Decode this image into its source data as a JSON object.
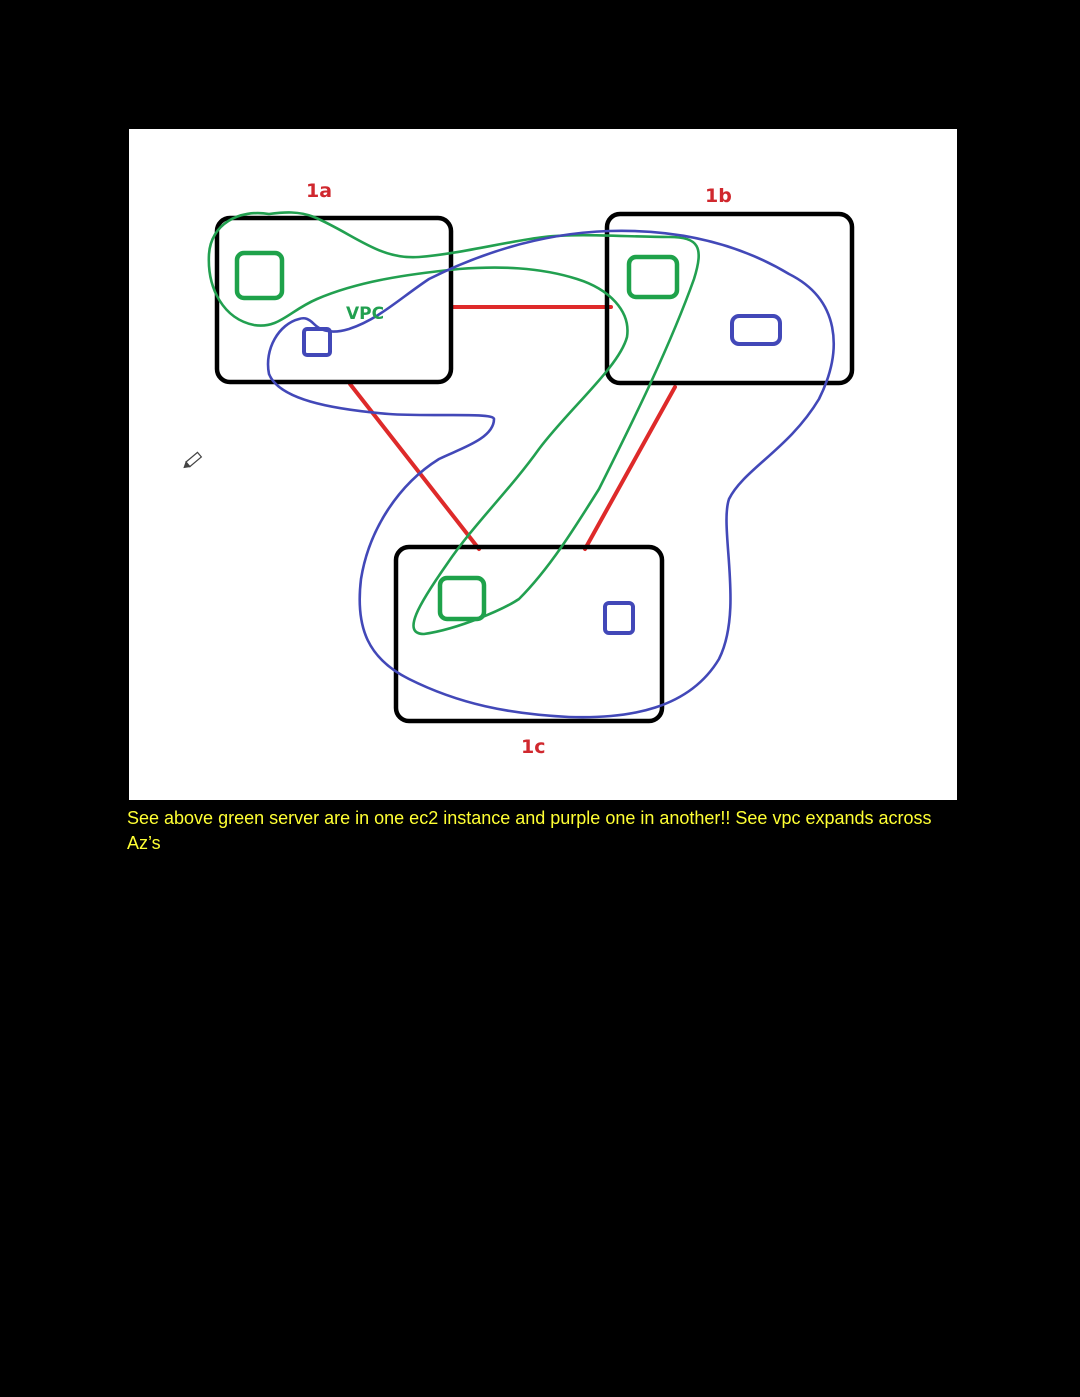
{
  "diagram": {
    "zones": [
      {
        "id": "1a",
        "label": "1a"
      },
      {
        "id": "1b",
        "label": "1b"
      },
      {
        "id": "1c",
        "label": "1c"
      }
    ],
    "vpc_label": "VPC",
    "colors": {
      "zone_border": "#000000",
      "zone_label": "#d0282e",
      "link": "#de2a2a",
      "green_server": "#1ea24a",
      "purple_server": "#4248b8",
      "vpc_label": "#22a050"
    },
    "icons": [
      "pencil-cursor-icon"
    ]
  },
  "caption": {
    "text": "See above green server are in one ec2 instance and purple one in another!! See vpc expands across Az’s"
  }
}
